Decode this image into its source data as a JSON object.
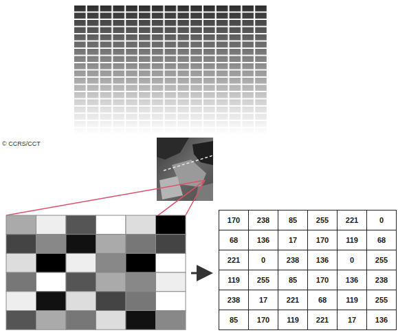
{
  "diagram": {
    "labels": [
      "© CCRS/CCT",
      "170",
      "238",
      "85",
      "255",
      "221",
      "0",
      "68",
      "136",
      "17",
      "170",
      "119",
      "68",
      "221",
      "0",
      "238",
      "136",
      "0",
      "255",
      "119",
      "255",
      "85",
      "170",
      "136",
      "238",
      "238",
      "17",
      "221",
      "68",
      "119",
      "255",
      "85",
      "170",
      "119",
      "221",
      "17",
      "136"
    ]
  }
}
